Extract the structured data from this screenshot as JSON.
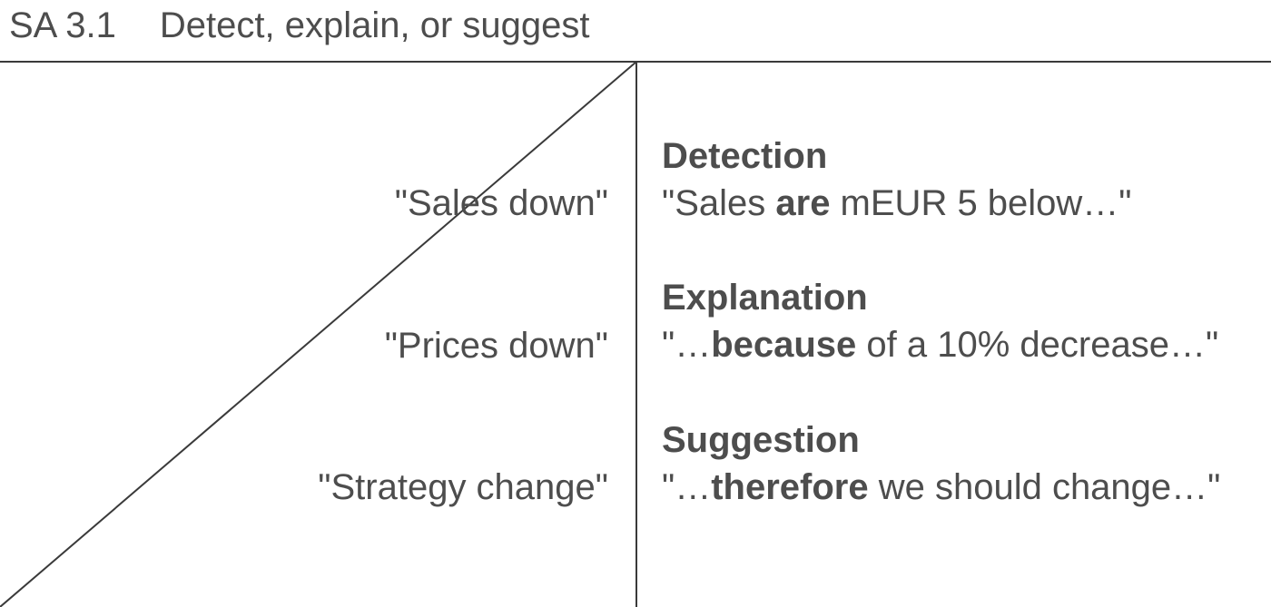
{
  "header": {
    "code": "SA 3.1",
    "title": "Detect, explain, or suggest"
  },
  "left_labels": [
    "\"Sales down\"",
    "\"Prices down\"",
    "\"Strategy change\""
  ],
  "right_items": [
    {
      "heading": "Detection",
      "quote_pre": "\"Sales ",
      "quote_bold": "are",
      "quote_post": " mEUR 5 below…\""
    },
    {
      "heading": "Explanation",
      "quote_pre": "\"…",
      "quote_bold": "because",
      "quote_post": " of a 10% decrease…\""
    },
    {
      "heading": "Suggestion",
      "quote_pre": "\"…",
      "quote_bold": "therefore",
      "quote_post": " we should change…\""
    }
  ],
  "colors": {
    "text": "#4d4d4d",
    "lines": "#3a3a3a"
  }
}
